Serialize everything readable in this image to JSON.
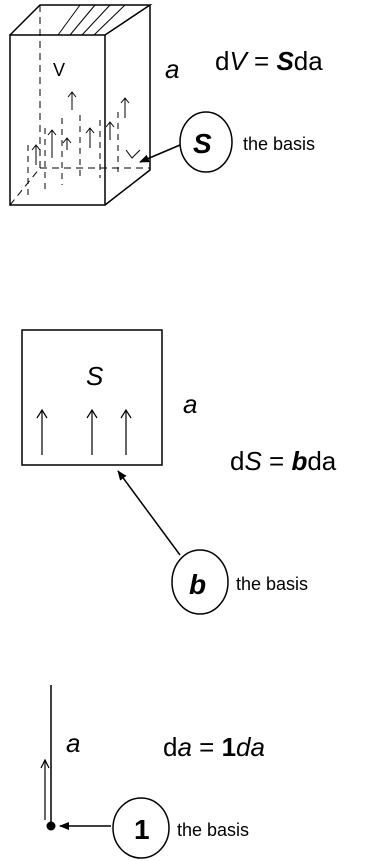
{
  "panels": [
    {
      "id": "volume",
      "letter_a": "a",
      "v_label": "V",
      "formula": {
        "d": "d",
        "lhs": "V",
        "eq": " = ",
        "bold": "S",
        "rhs": "da"
      },
      "basis_symbol": "S",
      "basis_text": "the basis"
    },
    {
      "id": "surface",
      "letter_a": "a",
      "s_label": "S",
      "formula": {
        "d": "d",
        "lhs": "S",
        "eq": " = ",
        "bold": "b",
        "rhs": "da"
      },
      "basis_symbol": "b",
      "basis_text": "the basis"
    },
    {
      "id": "line",
      "letter_a": "a",
      "formula": {
        "d": "d",
        "lhs": "a",
        "eq": " = ",
        "bold": "1",
        "rhs": "da"
      },
      "basis_symbol": "1",
      "basis_text": "the basis"
    }
  ],
  "colors": {
    "ink": "#000000",
    "background": "#ffffff"
  }
}
